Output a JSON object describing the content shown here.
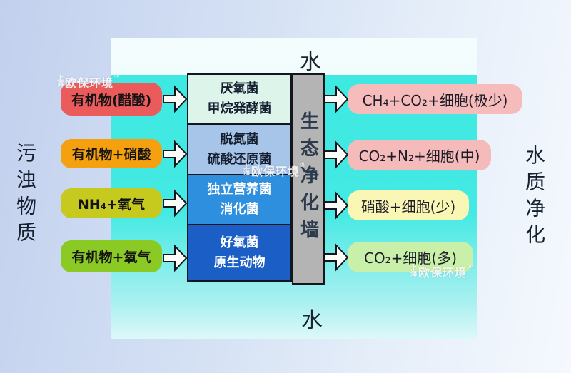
{
  "water_labels": {
    "top": "水",
    "bottom": "水"
  },
  "side_labels": {
    "left": "污浊物质",
    "right": "水质净化"
  },
  "wall": {
    "label": "生态净化墙",
    "color": "#b4b4b4"
  },
  "rows": [
    {
      "input": {
        "label": "有机物(醋酸)",
        "color": "#ec5b5b"
      },
      "bacteria": {
        "line1": "厌氧菌",
        "line2": "甲烷発酵菌",
        "color": "#ddf4eb"
      },
      "output": {
        "label": "CH₄+CO₂+细胞(极少)",
        "color": "#f6bcbc"
      }
    },
    {
      "input": {
        "label": "有机物+硝酸",
        "color": "#f5a00f"
      },
      "bacteria": {
        "line1": "脱氮菌",
        "line2": "硫酸还原菌",
        "color": "#a7c4e9"
      },
      "output": {
        "label": "CO₂+N₂+细胞(中)",
        "color": "#f5baba"
      }
    },
    {
      "input": {
        "label": "NH₄+氧气",
        "color": "#c7ca1e"
      },
      "bacteria": {
        "line1": "独立营养菌",
        "line2": "消化菌",
        "color": "#2f8fdf"
      },
      "output": {
        "label": "硝酸+细胞(少)",
        "color": "#faf6b4"
      }
    },
    {
      "input": {
        "label": "有机物+氧气",
        "color": "#8bc925"
      },
      "bacteria": {
        "line1": "好氧菌",
        "line2": "原生动物",
        "color": "#1a5ec6"
      },
      "output": {
        "label": "CO₂+细胞(多)",
        "color": "#c9f0a9"
      }
    }
  ],
  "watermark": {
    "prefix": "上海",
    "name": "欧保环境",
    "reg": "®"
  },
  "icons": {
    "flow_arrow": "block-arrow-right-icon"
  },
  "palette": {
    "pool_bright_cyan": "#3ee9e2",
    "pool_pale_cyan": "#daf8f8",
    "background_left": "#c2d0ee",
    "background_right": "#f5f9fe",
    "wall_gray": "#b4b4b4"
  }
}
